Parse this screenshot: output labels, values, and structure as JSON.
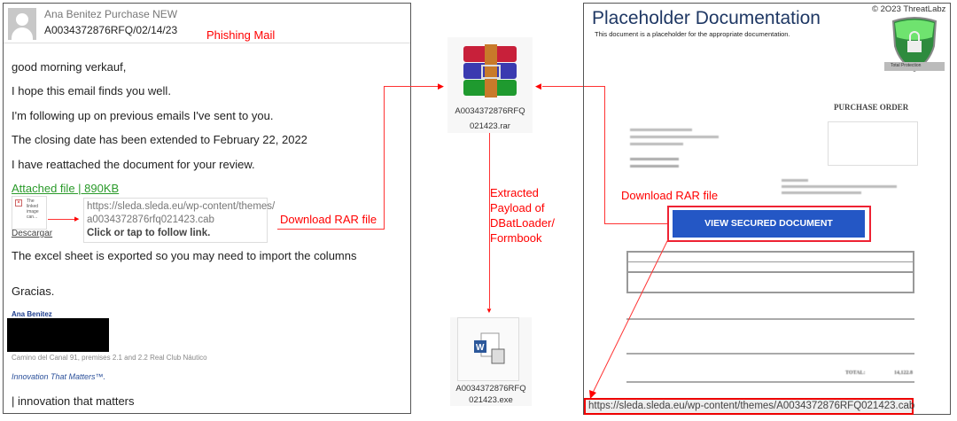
{
  "mail": {
    "sender_subject": "Ana Benitez Purchase NEW",
    "subject_id": "A0034372876RFQ/02/14/23",
    "annotation": "Phishing Mail",
    "lines": [
      "good morning verkauf,",
      "I hope this email finds you well.",
      "I'm following up on previous emails I've sent to you.",
      "The closing date has been extended to February 22, 2022",
      "I have reattached the document for your review."
    ],
    "attachment_link": "Attached file | 890KB",
    "thumb_text": "The linked image can...",
    "download_label": "Descargar",
    "tooltip_url1": "https://sleda.sleda.eu/wp-content/themes/",
    "tooltip_url2": "a0034372876rfq021423.cab",
    "tooltip_hint": "Click or tap to follow link.",
    "download_annotation": "Download RAR file",
    "excel_line": "The excel sheet is exported so you may need to import the columns",
    "thanks": "Gracias.",
    "sig_name": "Ana Benitez",
    "sig_address": "Camino del Canal 91, premises 2.1 and 2.2 Real Club Náutico",
    "sig_slogan": "Innovation That Matters™.",
    "footer": "| innovation that matters"
  },
  "flow": {
    "rar_name1": "A0034372876RFQ",
    "rar_name2": "021423.rar",
    "extract_label": [
      "Extracted",
      "Payload of",
      "DBatLoader/",
      "Formbook"
    ],
    "exe_name1": "A0034372876RFQ",
    "exe_name2": "021423.exe"
  },
  "doc": {
    "title": "Placeholder Documentation",
    "subtitle": "This document is a placeholder for the appropriate documentation.",
    "copyright": "© 2O23 ThreatLabz",
    "badge": "Total Protection",
    "po_title": "PURCHASE ORDER",
    "download_annotation": "Download RAR file",
    "button": "VIEW SECURED DOCUMENT",
    "total_label": "TOTAL:",
    "total_value": "14,122.8",
    "url": "https://sleda.sleda.eu/wp-content/themes/A0034372876RFQ021423.cab"
  }
}
